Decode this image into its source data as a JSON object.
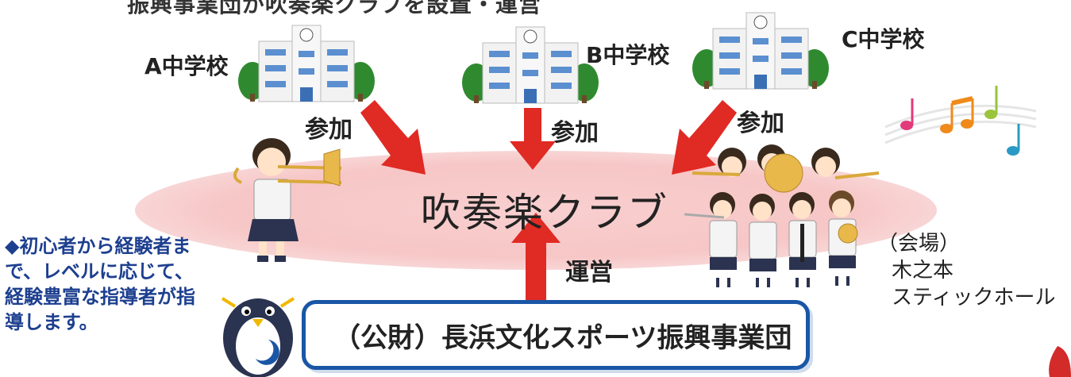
{
  "header": {
    "title": "振興事業団が吹奏楽クラブを設置・運営"
  },
  "schools": [
    {
      "label": "A中学校"
    },
    {
      "label": "B中学校"
    },
    {
      "label": "C中学校"
    }
  ],
  "arrows": {
    "participate_label": "参加",
    "manage_label": "運営"
  },
  "club": {
    "name": "吹奏楽クラブ"
  },
  "organization": {
    "name": "（公財）長浜文化スポーツ振興事業団"
  },
  "note": {
    "text": "◆初心者から経験者まで、レベルに応じて、経験豊富な指導者が指導します。"
  },
  "venue": {
    "heading": "（会場）",
    "line1": "木之本",
    "line2": "スティックホール"
  },
  "colors": {
    "arrow": "#e02a24",
    "ellipse": "#f7c6c6",
    "box_border": "#1a56a6",
    "note_text": "#1d3f8f"
  }
}
